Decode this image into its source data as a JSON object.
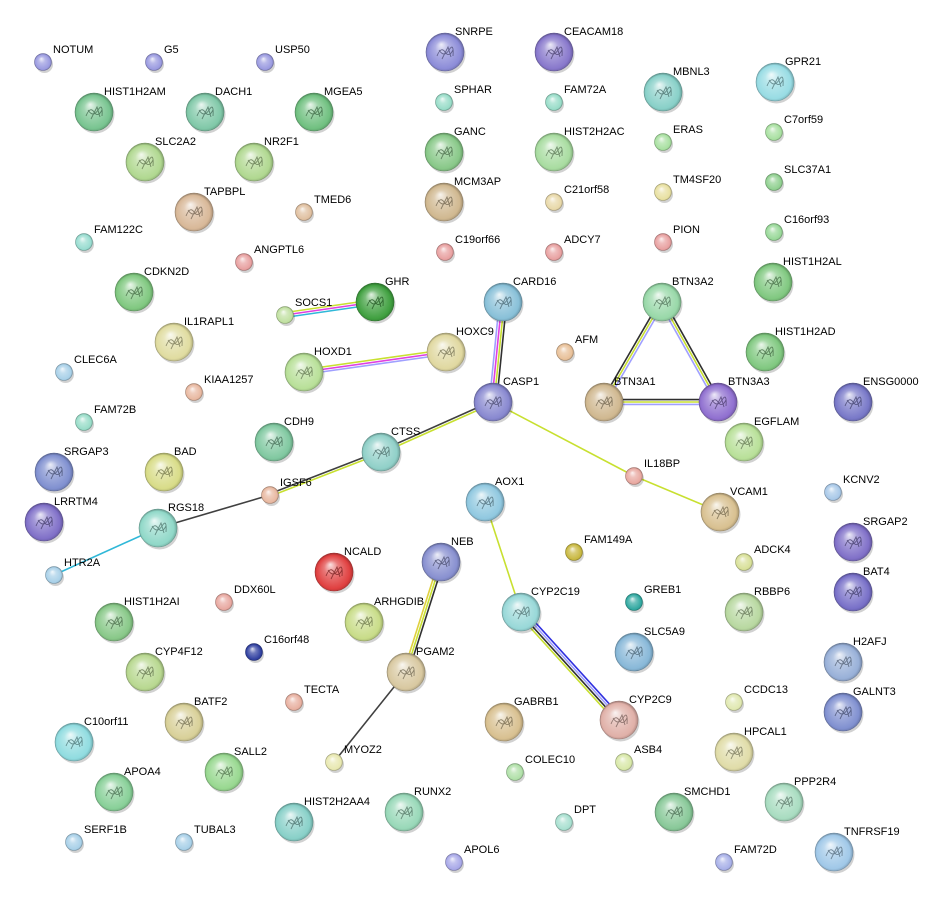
{
  "nodes": [
    {
      "id": "NOTUM",
      "label": "NOTUM",
      "color": "#9a9ae0",
      "size": "small"
    },
    {
      "id": "G5",
      "label": "G5",
      "color": "#9a9ae0",
      "size": "small"
    },
    {
      "id": "USP50",
      "label": "USP50",
      "color": "#9a9ae0",
      "size": "small"
    },
    {
      "id": "SNRPE",
      "label": "SNRPE",
      "color": "#8c8cd8",
      "size": "big"
    },
    {
      "id": "CEACAM18",
      "label": "CEACAM18",
      "color": "#8878cc",
      "size": "big"
    },
    {
      "id": "MBNL3",
      "label": "MBNL3",
      "color": "#88d0c8",
      "size": "big"
    },
    {
      "id": "GPR21",
      "label": "GPR21",
      "color": "#98dce4",
      "size": "big"
    },
    {
      "id": "HIST1H2AM",
      "label": "HIST1H2AM",
      "color": "#78c490",
      "size": "big"
    },
    {
      "id": "DACH1",
      "label": "DACH1",
      "color": "#80c8a8",
      "size": "big"
    },
    {
      "id": "MGEA5",
      "label": "MGEA5",
      "color": "#70c080",
      "size": "big"
    },
    {
      "id": "SPHAR",
      "label": "SPHAR",
      "color": "#98dcc8",
      "size": "small"
    },
    {
      "id": "FAM72A",
      "label": "FAM72A",
      "color": "#98dcc8",
      "size": "small"
    },
    {
      "id": "ERAS",
      "label": "ERAS",
      "color": "#a8e0a0",
      "size": "small"
    },
    {
      "id": "C7orf59",
      "label": "C7orf59",
      "color": "#a8e0a0",
      "size": "small"
    },
    {
      "id": "SLC2A2",
      "label": "SLC2A2",
      "color": "#b0d890",
      "size": "big"
    },
    {
      "id": "NR2F1",
      "label": "NR2F1",
      "color": "#b0d890",
      "size": "big"
    },
    {
      "id": "GANC",
      "label": "GANC",
      "color": "#88c888",
      "size": "big"
    },
    {
      "id": "HIST2H2AC",
      "label": "HIST2H2AC",
      "color": "#a8dca0",
      "size": "big"
    },
    {
      "id": "SLC37A1",
      "label": "SLC37A1",
      "color": "#90d090",
      "size": "small"
    },
    {
      "id": "TAPBPL",
      "label": "TAPBPL",
      "color": "#d8b898",
      "size": "big"
    },
    {
      "id": "TMED6",
      "label": "TMED6",
      "color": "#e0c0a0",
      "size": "small"
    },
    {
      "id": "MCM3AP",
      "label": "MCM3AP",
      "color": "#d0b890",
      "size": "big"
    },
    {
      "id": "C21orf58",
      "label": "C21orf58",
      "color": "#e8d8a8",
      "size": "small"
    },
    {
      "id": "TM4SF20",
      "label": "TM4SF20",
      "color": "#e8e0a0",
      "size": "small"
    },
    {
      "id": "FAM122C",
      "label": "FAM122C",
      "color": "#98dcd0",
      "size": "small"
    },
    {
      "id": "ANGPTL6",
      "label": "ANGPTL6",
      "color": "#e8a0a0",
      "size": "small"
    },
    {
      "id": "C19orf66",
      "label": "C19orf66",
      "color": "#e8a0a0",
      "size": "small"
    },
    {
      "id": "ADCY7",
      "label": "ADCY7",
      "color": "#e8a0a0",
      "size": "small"
    },
    {
      "id": "PION",
      "label": "PION",
      "color": "#e8a0a0",
      "size": "small"
    },
    {
      "id": "C16orf93",
      "label": "C16orf93",
      "color": "#98d898",
      "size": "small"
    },
    {
      "id": "CDKN2D",
      "label": "CDKN2D",
      "color": "#80c880",
      "size": "big"
    },
    {
      "id": "GHR",
      "label": "GHR",
      "color": "#40a040",
      "size": "big"
    },
    {
      "id": "SOCS1",
      "label": "SOCS1",
      "color": "#c0e0a0",
      "size": "small"
    },
    {
      "id": "CARD16",
      "label": "CARD16",
      "color": "#88c0d8",
      "size": "big"
    },
    {
      "id": "BTN3A2",
      "label": "BTN3A2",
      "color": "#98d8a8",
      "size": "big"
    },
    {
      "id": "HIST1H2AL",
      "label": "HIST1H2AL",
      "color": "#80c880",
      "size": "big"
    },
    {
      "id": "IL1RAPL1",
      "label": "IL1RAPL1",
      "color": "#e0dca0",
      "size": "big"
    },
    {
      "id": "HOXC9",
      "label": "HOXC9",
      "color": "#e0d8a0",
      "size": "big"
    },
    {
      "id": "HOXD1",
      "label": "HOXD1",
      "color": "#b8e098",
      "size": "big"
    },
    {
      "id": "AFM",
      "label": "AFM",
      "color": "#e8c098",
      "size": "small"
    },
    {
      "id": "HIST1H2AD",
      "label": "HIST1H2AD",
      "color": "#80c880",
      "size": "big"
    },
    {
      "id": "CLEC6A",
      "label": "CLEC6A",
      "color": "#a8d0e8",
      "size": "small"
    },
    {
      "id": "KIAA1257",
      "label": "KIAA1257",
      "color": "#e8b8a0",
      "size": "small"
    },
    {
      "id": "CASP1",
      "label": "CASP1",
      "color": "#8888d0",
      "size": "big"
    },
    {
      "id": "BTN3A1",
      "label": "BTN3A1",
      "color": "#d0b890",
      "size": "big"
    },
    {
      "id": "BTN3A3",
      "label": "BTN3A3",
      "color": "#9070d0",
      "size": "big"
    },
    {
      "id": "ENSG0000",
      "label": "ENSG0000",
      "color": "#7878c8",
      "size": "big"
    },
    {
      "id": "FAM72B",
      "label": "FAM72B",
      "color": "#98dcc8",
      "size": "small"
    },
    {
      "id": "CDH9",
      "label": "CDH9",
      "color": "#80c8a0",
      "size": "big"
    },
    {
      "id": "EGFLAM",
      "label": "EGFLAM",
      "color": "#b8e098",
      "size": "big"
    },
    {
      "id": "CTSS",
      "label": "CTSS",
      "color": "#90d0c8",
      "size": "big"
    },
    {
      "id": "SRGAP3",
      "label": "SRGAP3",
      "color": "#8090d0",
      "size": "big"
    },
    {
      "id": "BAD",
      "label": "BAD",
      "color": "#d8dc88",
      "size": "big"
    },
    {
      "id": "IL18BP",
      "label": "IL18BP",
      "color": "#e8a8a0",
      "size": "small"
    },
    {
      "id": "IGSF6",
      "label": "IGSF6",
      "color": "#e8b8a0",
      "size": "small"
    },
    {
      "id": "AOX1",
      "label": "AOX1",
      "color": "#90c8e0",
      "size": "big"
    },
    {
      "id": "KCNV2",
      "label": "KCNV2",
      "color": "#a8c8e8",
      "size": "small"
    },
    {
      "id": "VCAM1",
      "label": "VCAM1",
      "color": "#d8c090",
      "size": "big"
    },
    {
      "id": "LRRTM4",
      "label": "LRRTM4",
      "color": "#8070c8",
      "size": "big"
    },
    {
      "id": "RGS18",
      "label": "RGS18",
      "color": "#90d8c8",
      "size": "big"
    },
    {
      "id": "SRGAP2",
      "label": "SRGAP2",
      "color": "#8070c8",
      "size": "big"
    },
    {
      "id": "NCALD",
      "label": "NCALD",
      "color": "#e04040",
      "size": "big"
    },
    {
      "id": "NEB",
      "label": "NEB",
      "color": "#8890d0",
      "size": "big"
    },
    {
      "id": "FAM149A",
      "label": "FAM149A",
      "color": "#c8b840",
      "size": "small"
    },
    {
      "id": "ADCK4",
      "label": "ADCK4",
      "color": "#d8e098",
      "size": "small"
    },
    {
      "id": "HTR2A",
      "label": "HTR2A",
      "color": "#a8d0e8",
      "size": "small"
    },
    {
      "id": "BAT4",
      "label": "BAT4",
      "color": "#7870c8",
      "size": "big"
    },
    {
      "id": "CYP2C19",
      "label": "CYP2C19",
      "color": "#98d8d8",
      "size": "big"
    },
    {
      "id": "GREB1",
      "label": "GREB1",
      "color": "#30a8a0",
      "size": "small"
    },
    {
      "id": "HIST1H2AI",
      "label": "HIST1H2AI",
      "color": "#88c888",
      "size": "big"
    },
    {
      "id": "DDX60L",
      "label": "DDX60L",
      "color": "#e8a8a0",
      "size": "small"
    },
    {
      "id": "ARHGDIB",
      "label": "ARHGDIB",
      "color": "#c8dc88",
      "size": "big"
    },
    {
      "id": "RBBP6",
      "label": "RBBP6",
      "color": "#b8d8a0",
      "size": "big"
    },
    {
      "id": "C16orf48",
      "label": "C16orf48",
      "color": "#3040a0",
      "size": "small"
    },
    {
      "id": "SLC5A9",
      "label": "SLC5A9",
      "color": "#88b8d8",
      "size": "big"
    },
    {
      "id": "CYP4F12",
      "label": "CYP4F12",
      "color": "#b8d890",
      "size": "big"
    },
    {
      "id": "PGAM2",
      "label": "PGAM2",
      "color": "#d8c8a0",
      "size": "big"
    },
    {
      "id": "H2AFJ",
      "label": "H2AFJ",
      "color": "#98b0d8",
      "size": "big"
    },
    {
      "id": "TECTA",
      "label": "TECTA",
      "color": "#e8b0a0",
      "size": "small"
    },
    {
      "id": "BATF2",
      "label": "BATF2",
      "color": "#d8d098",
      "size": "big"
    },
    {
      "id": "GABRB1",
      "label": "GABRB1",
      "color": "#d8c090",
      "size": "big"
    },
    {
      "id": "CYP2C9",
      "label": "CYP2C9",
      "color": "#e0b0a8",
      "size": "big"
    },
    {
      "id": "CCDC13",
      "label": "CCDC13",
      "color": "#e0e8b0",
      "size": "small"
    },
    {
      "id": "GALNT3",
      "label": "GALNT3",
      "color": "#8090d0",
      "size": "big"
    },
    {
      "id": "C10orf11",
      "label": "C10orf11",
      "color": "#90dce0",
      "size": "big"
    },
    {
      "id": "SALL2",
      "label": "SALL2",
      "color": "#98d890",
      "size": "big"
    },
    {
      "id": "MYOZ2",
      "label": "MYOZ2",
      "color": "#e8e8b0",
      "size": "small"
    },
    {
      "id": "ASB4",
      "label": "ASB4",
      "color": "#d8e8a8",
      "size": "small"
    },
    {
      "id": "HPCAL1",
      "label": "HPCAL1",
      "color": "#e0dca8",
      "size": "big"
    },
    {
      "id": "COLEC10",
      "label": "COLEC10",
      "color": "#b0e0a8",
      "size": "small"
    },
    {
      "id": "APOA4",
      "label": "APOA4",
      "color": "#88d098",
      "size": "big"
    },
    {
      "id": "RUNX2",
      "label": "RUNX2",
      "color": "#98d8b8",
      "size": "big"
    },
    {
      "id": "HIST2H2AA4",
      "label": "HIST2H2AA4",
      "color": "#88d0c8",
      "size": "big"
    },
    {
      "id": "DPT",
      "label": "DPT",
      "color": "#a8e0d0",
      "size": "small"
    },
    {
      "id": "SMCHD1",
      "label": "SMCHD1",
      "color": "#88c898",
      "size": "big"
    },
    {
      "id": "PPP2R4",
      "label": "PPP2R4",
      "color": "#a8dcc0",
      "size": "big"
    },
    {
      "id": "SERF1B",
      "label": "SERF1B",
      "color": "#a8d0e8",
      "size": "small"
    },
    {
      "id": "TUBAL3",
      "label": "TUBAL3",
      "color": "#a8d0e8",
      "size": "small"
    },
    {
      "id": "APOL6",
      "label": "APOL6",
      "color": "#a8a8e8",
      "size": "small"
    },
    {
      "id": "FAM72D",
      "label": "FAM72D",
      "color": "#a8b0e8",
      "size": "small"
    },
    {
      "id": "TNFRSF19",
      "label": "TNFRSF19",
      "color": "#a0c8e8",
      "size": "big"
    }
  ],
  "edges": [
    {
      "source": "SOCS1",
      "target": "GHR",
      "colors": [
        "#c8e030",
        "#e040e0",
        "#30b8d8"
      ]
    },
    {
      "source": "HOXD1",
      "target": "HOXC9",
      "colors": [
        "#c8e030",
        "#e040e0",
        "#a0a0ff"
      ]
    },
    {
      "source": "CARD16",
      "target": "CASP1",
      "colors": [
        "#303030",
        "#c8e030",
        "#e040e0",
        "#a0a0ff"
      ]
    },
    {
      "source": "CASP1",
      "target": "CTSS",
      "colors": [
        "#c8e030",
        "#404040"
      ]
    },
    {
      "source": "CTSS",
      "target": "IGSF6",
      "colors": [
        "#c8e030",
        "#404040"
      ]
    },
    {
      "source": "IGSF6",
      "target": "RGS18",
      "colors": [
        "#404040"
      ]
    },
    {
      "source": "RGS18",
      "target": "HTR2A",
      "colors": [
        "#30b8d8"
      ]
    },
    {
      "source": "CASP1",
      "target": "IL18BP",
      "colors": [
        "#c8e030"
      ]
    },
    {
      "source": "IL18BP",
      "target": "VCAM1",
      "colors": [
        "#c8e030"
      ]
    },
    {
      "source": "BTN3A2",
      "target": "BTN3A1",
      "colors": [
        "#a0a0ff",
        "#c8e030",
        "#303030"
      ]
    },
    {
      "source": "BTN3A2",
      "target": "BTN3A3",
      "colors": [
        "#303030",
        "#c8e030",
        "#a0a0ff"
      ]
    },
    {
      "source": "BTN3A1",
      "target": "BTN3A3",
      "colors": [
        "#303030",
        "#c8e030",
        "#a0a0ff"
      ]
    },
    {
      "source": "NEB",
      "target": "PGAM2",
      "colors": [
        "#303030",
        "#c8e030",
        "#e0d040"
      ]
    },
    {
      "source": "PGAM2",
      "target": "MYOZ2",
      "colors": [
        "#404040"
      ]
    },
    {
      "source": "AOX1",
      "target": "CYP2C19",
      "colors": [
        "#c8e030"
      ]
    },
    {
      "source": "CYP2C19",
      "target": "CYP2C9",
      "colors": [
        "#3030e0",
        "#a0a0ff",
        "#303030",
        "#c8e030"
      ]
    }
  ]
}
